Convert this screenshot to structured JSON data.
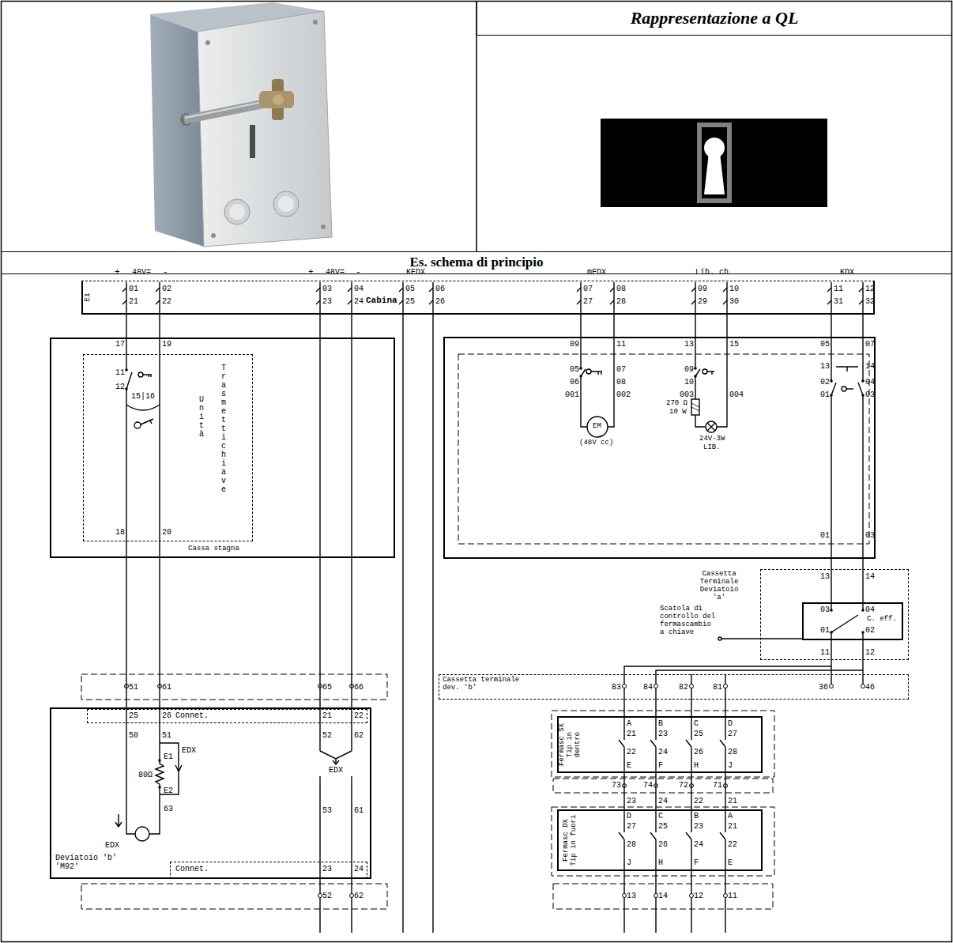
{
  "diagram": {
    "nodes": [
      {
        "text": [
          "Rappresentazione a QL"
        ]
      },
      {
        "text": [
          "Es. schema di principio"
        ]
      },
      {
        "text": [
          "Cabina"
        ]
      },
      {
        "text": [
          "Cassa stagna"
        ]
      },
      {
        "text": [
          "Unità",
          "Trasmettichiave"
        ],
        "in": 3
      },
      {
        "text": [
          "Cassetta Terminale Deviatoio 'a'"
        ]
      },
      {
        "text": [
          "Scatola di controllo del fermascambio a chiave"
        ],
        "in": 5
      },
      {
        "text": [
          "Cassetta terminale dev. 'b'"
        ]
      },
      {
        "text": [
          "Deviatoio 'b' 'M92'"
        ]
      },
      {
        "text": [
          "Connet."
        ],
        "in": 8
      },
      {
        "text": [
          "Connet."
        ],
        "in": 8
      },
      {
        "text": [
          "Fermasc SX Tip in dentro"
        ]
      },
      {
        "text": [
          "Fermasc DX Tip in fuori"
        ]
      }
    ],
    "edges": [
      {
        "from": 2,
        "to": 3,
        "arrow": "none"
      },
      {
        "from": 2,
        "to": 3,
        "arrow": "none"
      },
      {
        "from": 2,
        "to": 8,
        "arrow": "none"
      },
      {
        "from": 2,
        "to": 8,
        "arrow": "none"
      },
      {
        "from": 3,
        "to": 8,
        "arrow": "none"
      },
      {
        "from": 3,
        "to": 8,
        "arrow": "none"
      },
      {
        "from": 5,
        "to": 7,
        "arrow": "none"
      },
      {
        "from": 5,
        "to": 7,
        "arrow": "none"
      },
      {
        "from": 7,
        "to": 11,
        "arrow": "none"
      },
      {
        "from": 7,
        "to": 11,
        "arrow": "none"
      },
      {
        "from": 7,
        "to": 11,
        "arrow": "none"
      },
      {
        "from": 7,
        "to": 11,
        "arrow": "none"
      },
      {
        "from": 11,
        "to": 12,
        "arrow": "none"
      },
      {
        "from": 11,
        "to": 12,
        "arrow": "none"
      },
      {
        "from": 11,
        "to": 12,
        "arrow": "none"
      },
      {
        "from": 11,
        "to": 12,
        "arrow": "none"
      }
    ],
    "labels": [
      "+",
      "48V=",
      "-",
      "+",
      "48V=",
      "-",
      "KEDX",
      "mFDX",
      "Lib. ch",
      "KDX",
      "01",
      "02",
      "03",
      "04",
      "05",
      "06",
      "07",
      "08",
      "09",
      "10",
      "11",
      "12",
      "21",
      "22",
      "23",
      "24",
      "25",
      "26",
      "27",
      "28",
      "29",
      "30",
      "31",
      "32",
      "E1",
      "17",
      "19",
      "11",
      "12",
      "15|16",
      "18",
      "20",
      "09",
      "11",
      "13",
      "15",
      "05",
      "07",
      "05",
      "07",
      "06",
      "08",
      "001",
      "002",
      "EM",
      "(48V cc)",
      "09",
      "10",
      "003",
      "004",
      "270 Ω",
      "10 W",
      "24V-3W",
      "LIB.",
      "13",
      "14",
      "02",
      "04",
      "01",
      "03",
      "01",
      "03",
      "13",
      "14",
      "03",
      "04",
      "C. eff.",
      "01",
      "02",
      "11",
      "12",
      "51",
      "61",
      "65",
      "66",
      "83",
      "84",
      "82",
      "81",
      "36",
      "46",
      "25",
      "26",
      "21",
      "22",
      "50",
      "51",
      "52",
      "62",
      "EDX",
      "E1",
      "80Ω",
      "E2",
      "63",
      "EDX",
      "EDX",
      "53",
      "61",
      "23",
      "24",
      "52",
      "62",
      "A",
      "B",
      "C",
      "D",
      "21",
      "23",
      "25",
      "27",
      "22",
      "24",
      "26",
      "28",
      "E",
      "F",
      "H",
      "J",
      "73",
      "74",
      "72",
      "71",
      "23",
      "24",
      "22",
      "21",
      "D",
      "C",
      "B",
      "A",
      "27",
      "25",
      "23",
      "21",
      "28",
      "26",
      "24",
      "22",
      "J",
      "H",
      "F",
      "E",
      "13",
      "14",
      "12",
      "11"
    ]
  }
}
